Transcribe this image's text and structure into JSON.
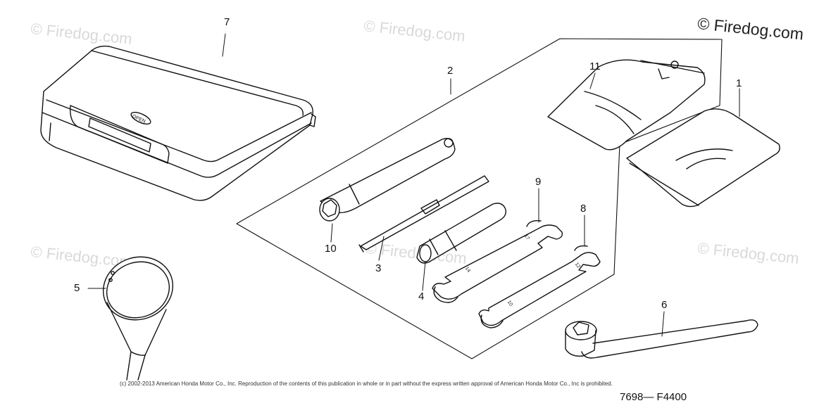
{
  "watermarks": {
    "main": "© Firedog.com",
    "faint": [
      "© Firedog.com",
      "© Firedog.com",
      "© Firedog.com",
      "© Firedog.com",
      "© Firedog.com"
    ]
  },
  "callouts": {
    "p1": "1",
    "p2": "2",
    "p3": "3",
    "p4": "4",
    "p5": "5",
    "p6": "6",
    "p7": "7",
    "p8": "8",
    "p9": "9",
    "p10": "10",
    "p11": "11"
  },
  "case_label": "OPEN",
  "wrench_marks": {
    "w9_a": "17",
    "w9_b": "14",
    "w8_a": "12",
    "w8_b": "10"
  },
  "copyright": "(c) 2002-2013 American Honda Motor Co., Inc. Reproduction of the contents of this publication in whole or in part without the express written approval of American Honda Motor Co., Inc is prohibited.",
  "diagram_code": "7698— F4400"
}
